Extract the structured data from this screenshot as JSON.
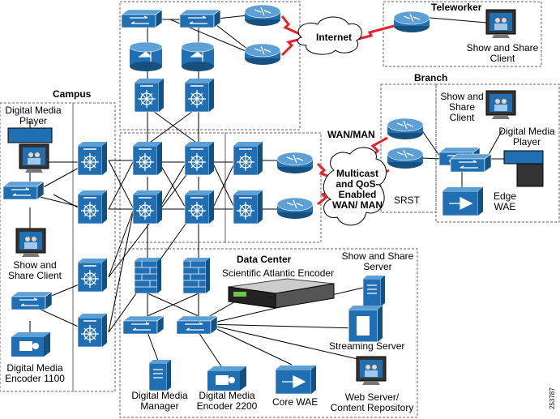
{
  "regions": {
    "teleworker": "Teleworker",
    "campus": "Campus",
    "branch": "Branch",
    "wan_man": "WAN/MAN",
    "data_center": "Data Center",
    "internet": "Internet",
    "cloud": "Multicast and QoS- Enabled WAN/ MAN"
  },
  "labels": {
    "dmp_campus": "Digital Media Player",
    "sas_client_campus": "Show and Share Client",
    "dme1100": "Digital Media Encoder 1100",
    "sas_client_teleworker": "Show and Share Client",
    "sas_client_branch": "Show and Share Client",
    "dmp_branch": "Digital Media Player",
    "edge_wae": "Edge WAE",
    "srst": "SRST",
    "sae": "Scientific Atlantic Encoder",
    "sas_server": "Show and Share Server",
    "streaming_server": "Streaming Server",
    "dmm": "Digital Media Manager",
    "dme2200": "Digital Media Encoder 2200",
    "core_wae": "Core WAE",
    "web_server": "Web Server/ Content Repository",
    "figure_id": "253787"
  },
  "colors": {
    "device_blue": "#1f6fb2",
    "device_dark": "#15507f",
    "wan_link": "#e8202a"
  }
}
